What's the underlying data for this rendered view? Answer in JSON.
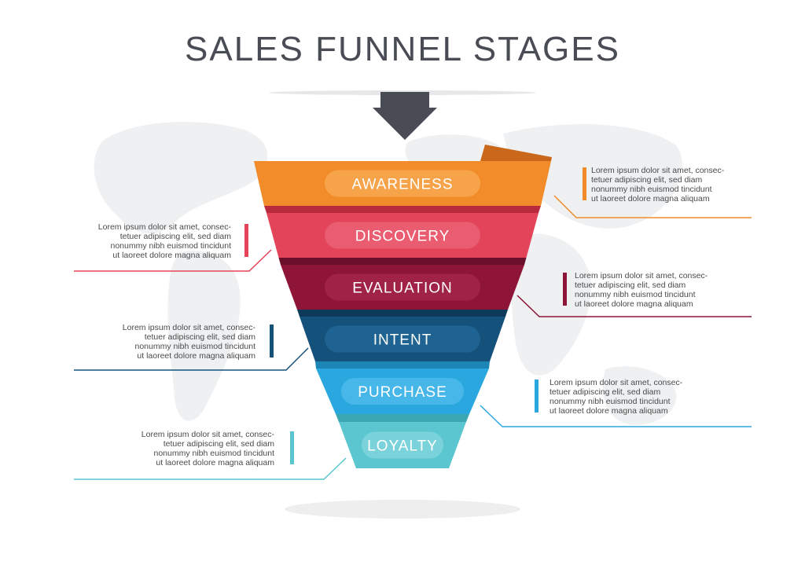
{
  "title": "SALES FUNNEL STAGES",
  "stages": [
    {
      "label": "AWARENESS",
      "color": "#f28c2b",
      "dark": "#c9681a",
      "pill": "#f6a34a",
      "description": "Lorem ipsum dolor sit amet, consec-\ntetuer adipiscing elit, sed diam\nnonummy nibh euismod tincidunt\nut laoreet dolore magna aliquam",
      "side": "right"
    },
    {
      "label": "DISCOVERY",
      "color": "#e3445a",
      "dark": "#b82a3e",
      "pill": "#ea5c70",
      "description": "Lorem ipsum dolor sit amet, consec-\ntetuer adipiscing elit, sed diam\nnonummy nibh euismod tincidunt\nut laoreet dolore magna aliquam",
      "side": "left"
    },
    {
      "label": "EVALUATION",
      "color": "#8e1538",
      "dark": "#6a0f2a",
      "pill": "#a02247",
      "description": "Lorem ipsum dolor sit amet, consec-\ntetuer adipiscing elit, sed diam\nnonummy nibh euismod tincidunt\nut laoreet dolore magna aliquam",
      "side": "right"
    },
    {
      "label": "INTENT",
      "color": "#14527c",
      "dark": "#0d3a5a",
      "pill": "#1e6391",
      "description": "Lorem ipsum dolor sit amet, consec-\ntetuer adipiscing elit, sed diam\nnonummy nibh euismod tincidunt\nut laoreet dolore magna aliquam",
      "side": "left"
    },
    {
      "label": "PURCHASE",
      "color": "#2aa7df",
      "dark": "#1b85b6",
      "pill": "#47b6e8",
      "description": "Lorem ipsum dolor sit amet, consec-\ntetuer adipiscing elit, sed diam\nnonummy nibh euismod tincidunt\nut laoreet dolore magna aliquam",
      "side": "right"
    },
    {
      "label": "LOYALTY",
      "color": "#5cc6d0",
      "dark": "#3aa8b3",
      "pill": "#7ad3da",
      "description": "Lorem ipsum dolor sit amet, consec-\ntetuer adipiscing elit, sed diam\nnonummy nibh euismod tincidunt\nut laoreet dolore magna aliquam",
      "side": "left"
    }
  ],
  "arrow_color": "#4a4c55",
  "map_color": "#eef0f2"
}
